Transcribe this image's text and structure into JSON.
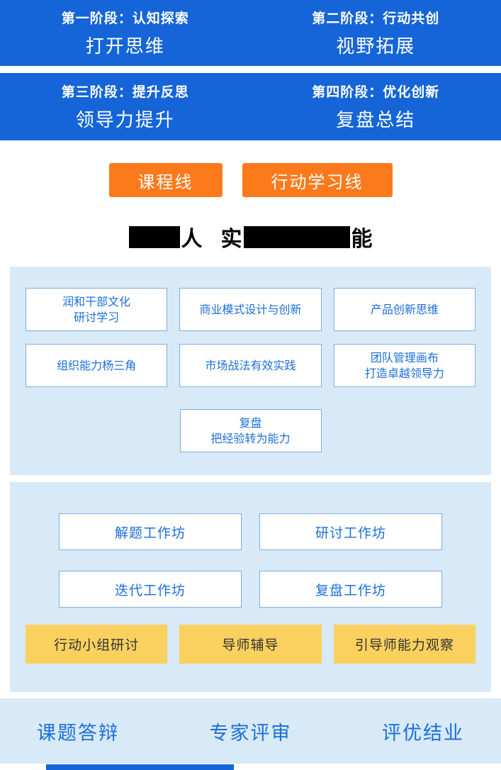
{
  "phases": [
    {
      "stage": "第一阶段：认知探索",
      "title": "打开思维"
    },
    {
      "stage": "第二阶段：行动共创",
      "title": "视野拓展"
    },
    {
      "stage": "第三阶段：提升反思",
      "title": "领导力提升"
    },
    {
      "stage": "第四阶段：优化创新",
      "title": "复盘总结"
    }
  ],
  "legend": {
    "course_line": "课程线",
    "action_learning_line": "行动学习线"
  },
  "heading": {
    "visible_fragments": [
      "人",
      "实",
      "能"
    ]
  },
  "course_panel": {
    "boxes": [
      "润和干部文化\n研讨学习",
      "商业模式设计与创新",
      "产品创新思维",
      "组织能力杨三角",
      "市场战法有效实践",
      "团队管理画布\n打造卓越领导力",
      "复盘\n把经验转为能力"
    ]
  },
  "workshop_panel": {
    "workshops": [
      "解题工作坊",
      "研讨工作坊",
      "迭代工作坊",
      "复盘工作坊"
    ],
    "supports": [
      "行动小组研讨",
      "导师辅导",
      "引导师能力观察"
    ]
  },
  "footer": {
    "items": [
      "课题答辩",
      "专家评审",
      "评优结业"
    ]
  },
  "colors": {
    "banner_blue": "#1565D8",
    "accent_orange": "#FD7A1C",
    "panel_light_blue": "#D8E9F8",
    "box_border_blue": "#7FAEDC",
    "text_blue": "#1B6FD8",
    "highlight_yellow": "#FAD15F",
    "redaction_black": "#000000"
  }
}
